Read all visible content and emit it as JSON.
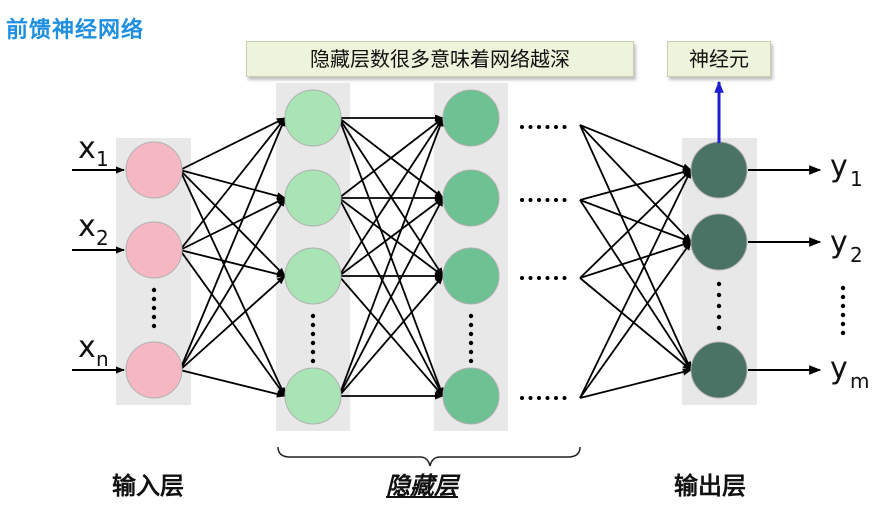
{
  "title": "前馈神经网络",
  "callouts": {
    "hidden_note": "隐藏层数很多意味着网络越深",
    "neuron_note": "神经元"
  },
  "labels": {
    "input_layer": "输入层",
    "hidden_layer": "隐藏层",
    "output_layer": "输出层"
  },
  "inputs": [
    {
      "base": "x",
      "sub": "1"
    },
    {
      "base": "x",
      "sub": "2"
    },
    {
      "base": "x",
      "sub": "n"
    }
  ],
  "outputs": [
    {
      "base": "y",
      "sub": "1"
    },
    {
      "base": "y",
      "sub": "2"
    },
    {
      "base": "y",
      "sub": "m"
    }
  ],
  "colors": {
    "input_node": "#f5b8c2",
    "hidden1_node": "#a8e4b4",
    "hidden2_node": "#6dc193",
    "output_node": "#4a7366",
    "panel": "#e8e8e8",
    "arrow_highlight": "#1f1fd0",
    "title": "#1e8fe0"
  }
}
